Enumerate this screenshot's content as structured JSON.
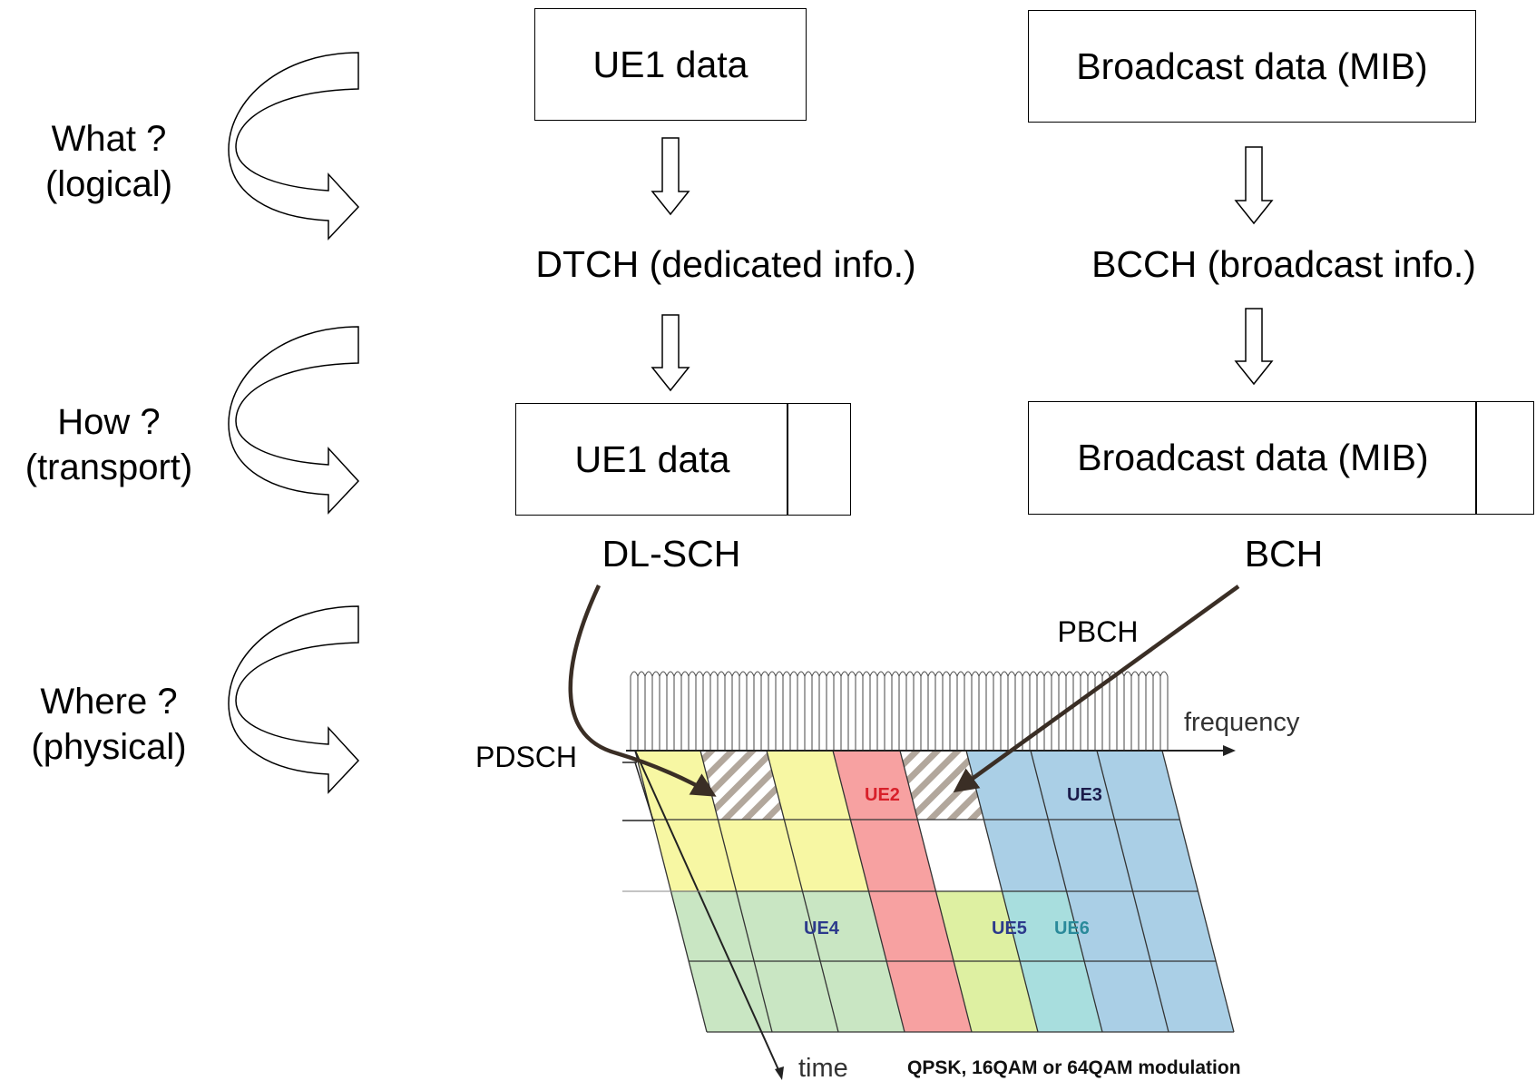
{
  "questions": {
    "what": {
      "title": "What ?",
      "sub": "(logical)"
    },
    "how": {
      "title": "How ?",
      "sub": "(transport)"
    },
    "where": {
      "title": "Where ?",
      "sub": "(physical)"
    }
  },
  "dedicated": {
    "logical_box": "UE1 data",
    "logical_channel": "DTCH (dedicated info.)",
    "transport_box": "UE1 data",
    "transport_channel": "DL-SCH",
    "physical_channel": "PDSCH"
  },
  "broadcast": {
    "logical_box": "Broadcast data (MIB)",
    "logical_channel": "BCCH (broadcast info.)",
    "transport_box": "Broadcast data (MIB)",
    "transport_channel": "BCH",
    "physical_channel": "PBCH"
  },
  "grid": {
    "x_axis": "frequency",
    "y_axis": "time",
    "caption": "QPSK, 16QAM or 64QAM modulation",
    "users": [
      "UE2",
      "UE3",
      "UE4",
      "UE5",
      "UE6"
    ]
  },
  "colors": {
    "ue1": "#f7f7a3",
    "ue2": "#f7a1a1",
    "ue3": "#aacfe6",
    "ue4": "#c9e6c3",
    "ue5": "#def0a2",
    "ue6": "#a8dede",
    "pbch_hatch": "#b2a79c",
    "ue2_text": "#d8202a",
    "ue3_text": "#1b1b4a",
    "ue4_text": "#2c3a8c",
    "ue6_text": "#2a8a9a"
  }
}
